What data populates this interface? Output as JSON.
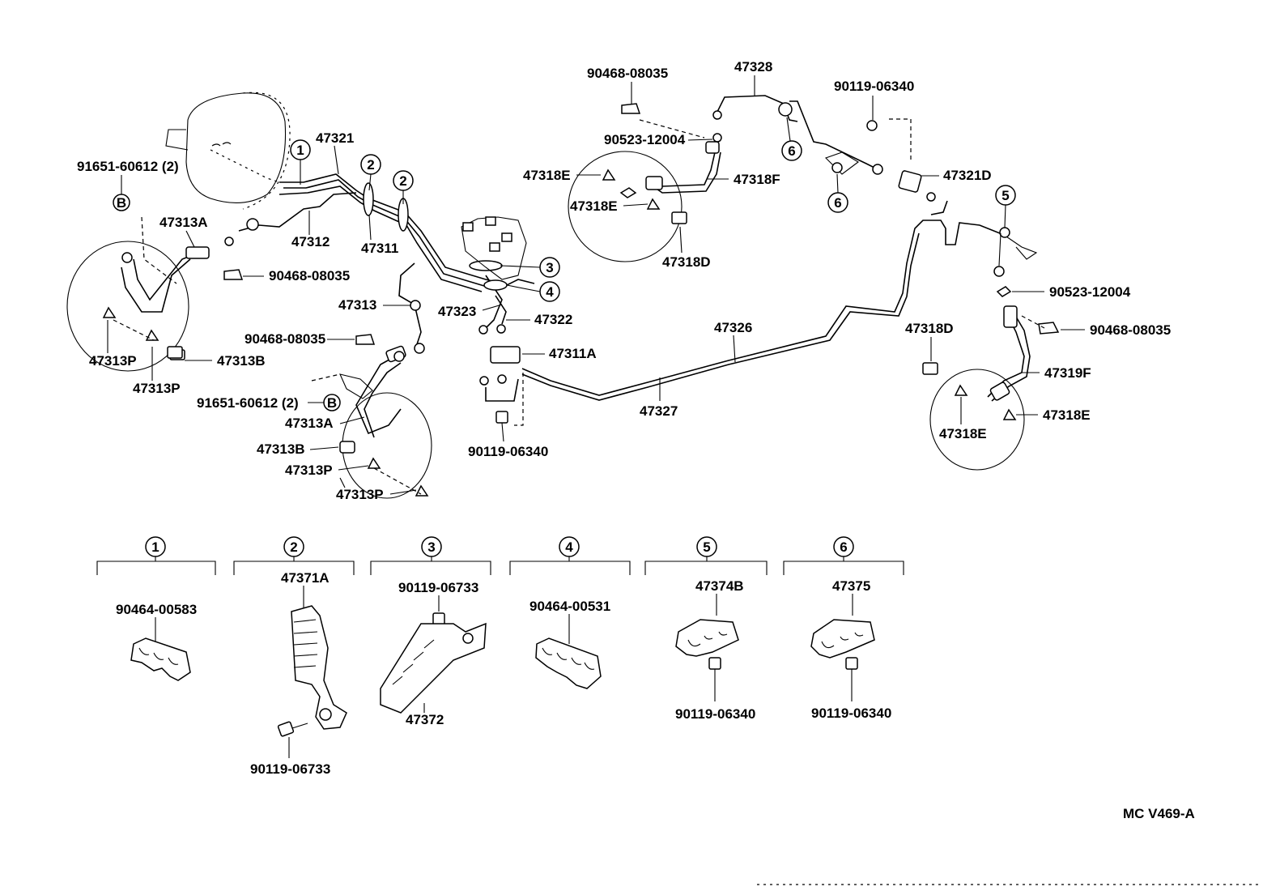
{
  "labels": {
    "p47321": "47321",
    "p91651_a": "91651-60612 (2)",
    "b_a": "B",
    "p47313A_a": "47313A",
    "p47312": "47312",
    "p47311": "47311",
    "p90468_a": "90468-08035",
    "p47313P_a": "47313P",
    "p47313B_a": "47313B",
    "p47313P_b": "47313P",
    "p47313": "47313",
    "p90468_b": "90468-08035",
    "p91651_b": "91651-60612 (2)",
    "b_b": "B",
    "p47313A_b": "47313A",
    "p47313B_b": "47313B",
    "p47313P_c": "47313P",
    "p47313P_d": "47313P",
    "p47323": "47323",
    "p47322": "47322",
    "p47311A": "47311A",
    "p90119_a": "90119-06340",
    "p47327": "47327",
    "p47326": "47326",
    "p90468_c": "90468-08035",
    "p90523_a": "90523-12004",
    "p47318E_a": "47318E",
    "p47318E_b": "47318E",
    "p47318F": "47318F",
    "p47318D_a": "47318D",
    "p47328": "47328",
    "p90119_b": "90119-06340",
    "p47321D": "47321D",
    "p90523_b": "90523-12004",
    "p90468_d": "90468-08035",
    "p47318D_b": "47318D",
    "p47319F": "47319F",
    "p47318E_c": "47318E",
    "p47318E_d": "47318E",
    "diagram_code": "MC  V469-A"
  },
  "callouts": {
    "c1": "1",
    "c2a": "2",
    "c2b": "2",
    "c3": "3",
    "c4": "4",
    "c5": "5",
    "c6a": "6",
    "c6b": "6"
  },
  "legend": [
    {
      "num": "1",
      "parts": [
        "90464-00583"
      ]
    },
    {
      "num": "2",
      "parts": [
        "47371A",
        "90119-06733"
      ]
    },
    {
      "num": "3",
      "parts": [
        "90119-06733",
        "47372"
      ]
    },
    {
      "num": "4",
      "parts": [
        "90464-00531"
      ]
    },
    {
      "num": "5",
      "parts": [
        "47374B",
        "90119-06340"
      ]
    },
    {
      "num": "6",
      "parts": [
        "47375",
        "90119-06340"
      ]
    }
  ],
  "colors": {
    "ink": "#000000",
    "paper": "#ffffff"
  }
}
